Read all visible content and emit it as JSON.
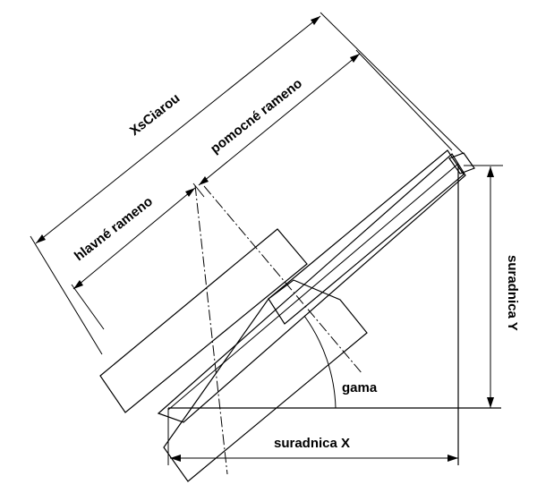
{
  "labels": {
    "xs_ciarou": "XsCiarou",
    "pomocne_rameno": "pomocné rameno",
    "hlavne_rameno": "hlavné rameno",
    "suradnica_y": "suradnica Y",
    "suradnica_x": "suradnica X",
    "gama": "gama"
  }
}
